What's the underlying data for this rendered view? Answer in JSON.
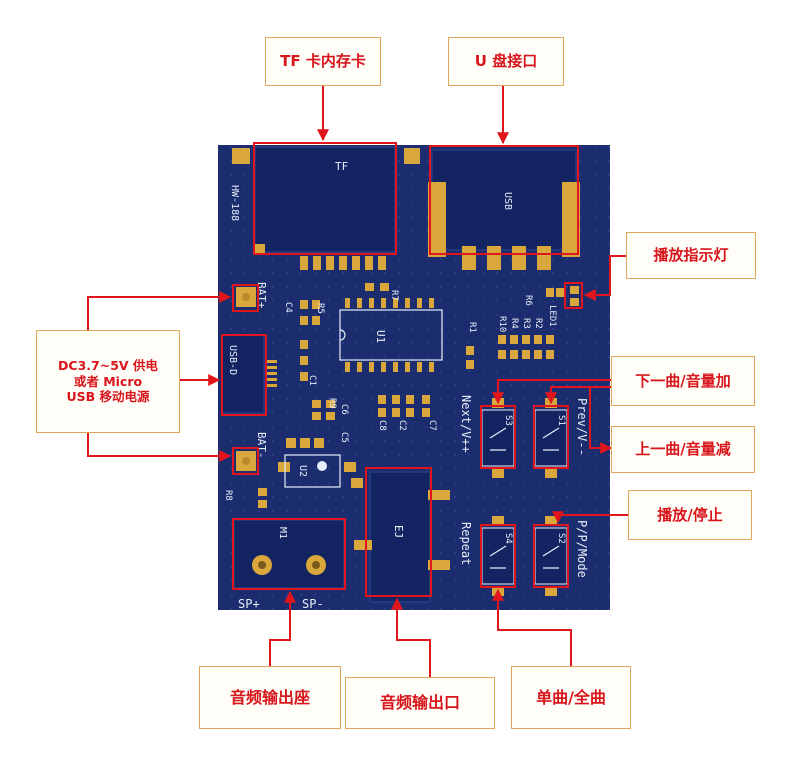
{
  "colors": {
    "board": "#1b2d6e",
    "pad": "#d9a73b",
    "highlight": "#e0161c",
    "silkscreen": "#e8eef8",
    "callout_border": "#e3a55a",
    "callout_text": "#d8151b"
  },
  "callouts": {
    "tf_slot": "TF 卡内存卡",
    "usb_port": "U 盘接口",
    "play_led": "播放指示灯",
    "power_line1": "DC3.7~5V 供电",
    "power_line2": "或者 Micro",
    "power_line3": "USB 移动电源",
    "next_vol_up": "下一曲/音量加",
    "prev_vol_down": "上一曲/音量减",
    "play_stop": "播放/停止",
    "speaker_out": "音频输出座",
    "audio_jack": "音频输出口",
    "single_all": "单曲/全曲"
  },
  "silkscreen": {
    "model": "HW-188",
    "tf": "TF",
    "usb": "USB",
    "bat_plus": "BAT+",
    "bat_minus": "BAT-",
    "usb_d": "USB-D",
    "u1": "U1",
    "u2": "U2",
    "m1": "M1",
    "ej": "EJ",
    "sp_plus": "SP+",
    "sp_minus": "SP-",
    "next": "Next/V++",
    "prev": "Prev/V--",
    "repeat": "Repeat",
    "mode": "P/P/Mode",
    "s1": "S1",
    "s2": "S2",
    "s3": "S3",
    "s4": "S4",
    "led1": "LED1",
    "r1": "R1",
    "r2": "R2",
    "r3": "R3",
    "r4": "R4",
    "r5": "R5",
    "r6": "R6",
    "r7": "R7",
    "r8": "R8",
    "r9": "R9",
    "r10": "R10",
    "c1": "C1",
    "c2": "C2",
    "c4": "C4",
    "c5": "C5",
    "c6": "C6",
    "c7": "C7",
    "c8": "C8"
  }
}
